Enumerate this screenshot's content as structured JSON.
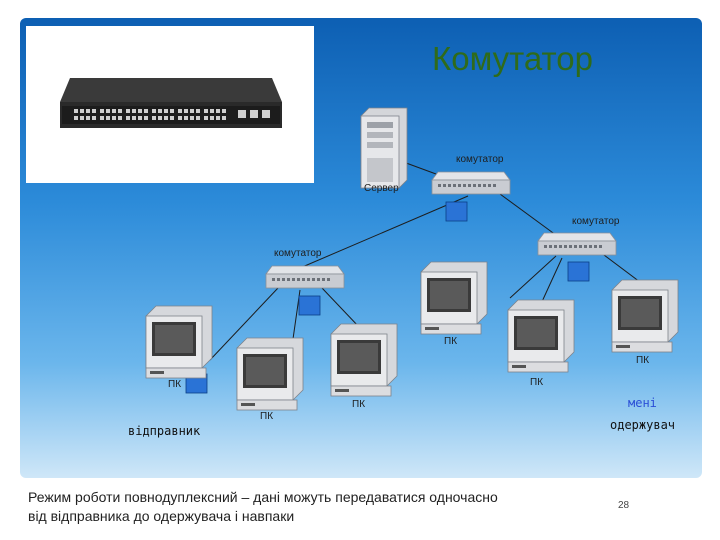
{
  "slide": {
    "title": "Комутатор",
    "caption": "Режим роботи повнодуплексний – дані можуть передаватися одночасно від відправника до одержувача і навпаки",
    "page_number": "28"
  },
  "diagram": {
    "server_label": "Сервер",
    "switch_top_label": "комутатор",
    "switch_left_label": "комутатор",
    "switch_right_label": "комутатор",
    "pc_label": "ПК",
    "sender_label": "відправник",
    "receiver_label_top": "мені",
    "receiver_label": "одержувач"
  },
  "colors": {
    "accent_square": "#2a73d6",
    "title": "#2f6b1a"
  }
}
